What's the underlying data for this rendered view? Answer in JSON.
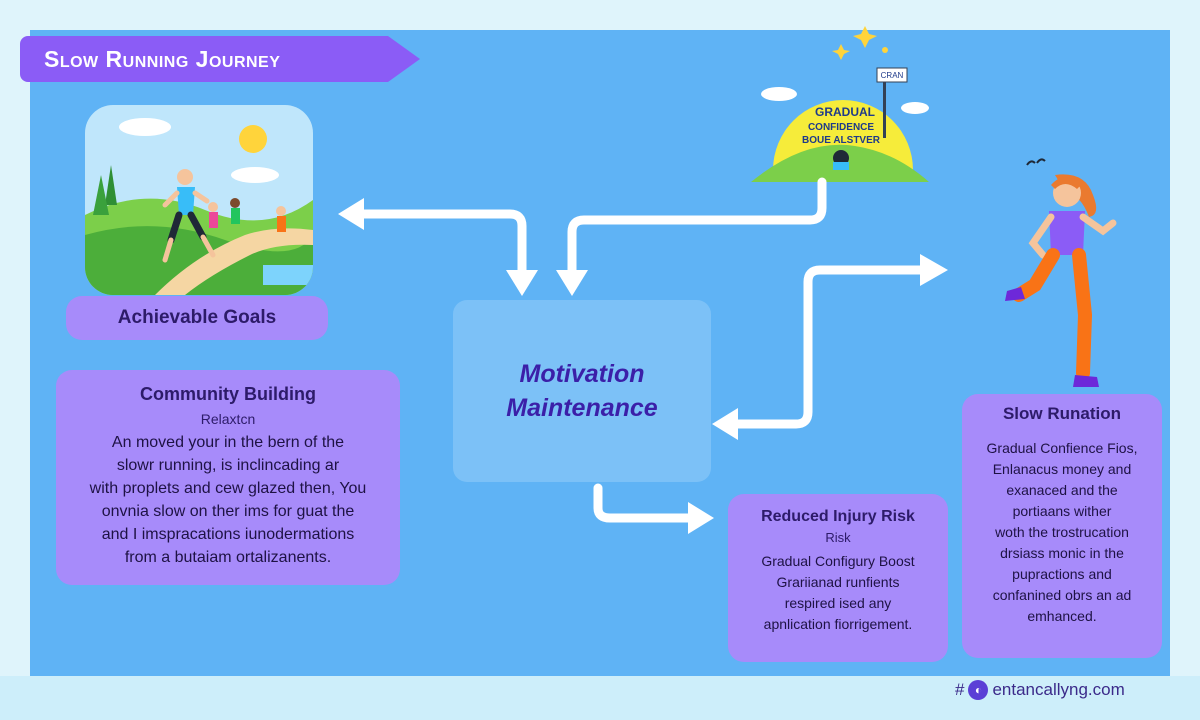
{
  "title": "Slow Running Journey",
  "illustration_sign": {
    "line1": "GRADUAL",
    "line2": "CONFIDENCE",
    "line3": "BOUE ALSTVER",
    "flag": "CRAN"
  },
  "achievable": {
    "label": "Achievable Goals"
  },
  "center": {
    "text": "Motivation\nMaintenance"
  },
  "community": {
    "title": "Community Building",
    "subtitle": "Relaxtcn",
    "lines": [
      "An moved your in the bern of the",
      "slowr running, is inclincading ar",
      "with proplets and cew glazed then, You",
      "onvnia slow on ther ims for guat the",
      "and I imspracations iunodermations",
      "from a butaiam ortalizanents."
    ]
  },
  "injury": {
    "title": "Reduced Injury Risk",
    "subtitle": "Risk",
    "lines": [
      "Gradual Configury Boost",
      "Grariianad runfients",
      "respired ised any",
      "apnlication fiorrigement."
    ]
  },
  "slow": {
    "title": "Slow Runation",
    "lines": [
      "Gradual Confience Fios,",
      "Enlanacus money and",
      "exanaced and the",
      "portiaans wither",
      "woth the trostrucation",
      "drsiass monic in the",
      "pupractions and",
      "confanined obrs an ad",
      "emhanced."
    ]
  },
  "footer": {
    "text": "entancallyng.com",
    "mark": "#"
  },
  "colors": {
    "background": "#5fb3f5",
    "card": "#a78bfa",
    "banner": "#8b5cf6",
    "center": "#7cc1f7",
    "arrow": "#ffffff"
  }
}
